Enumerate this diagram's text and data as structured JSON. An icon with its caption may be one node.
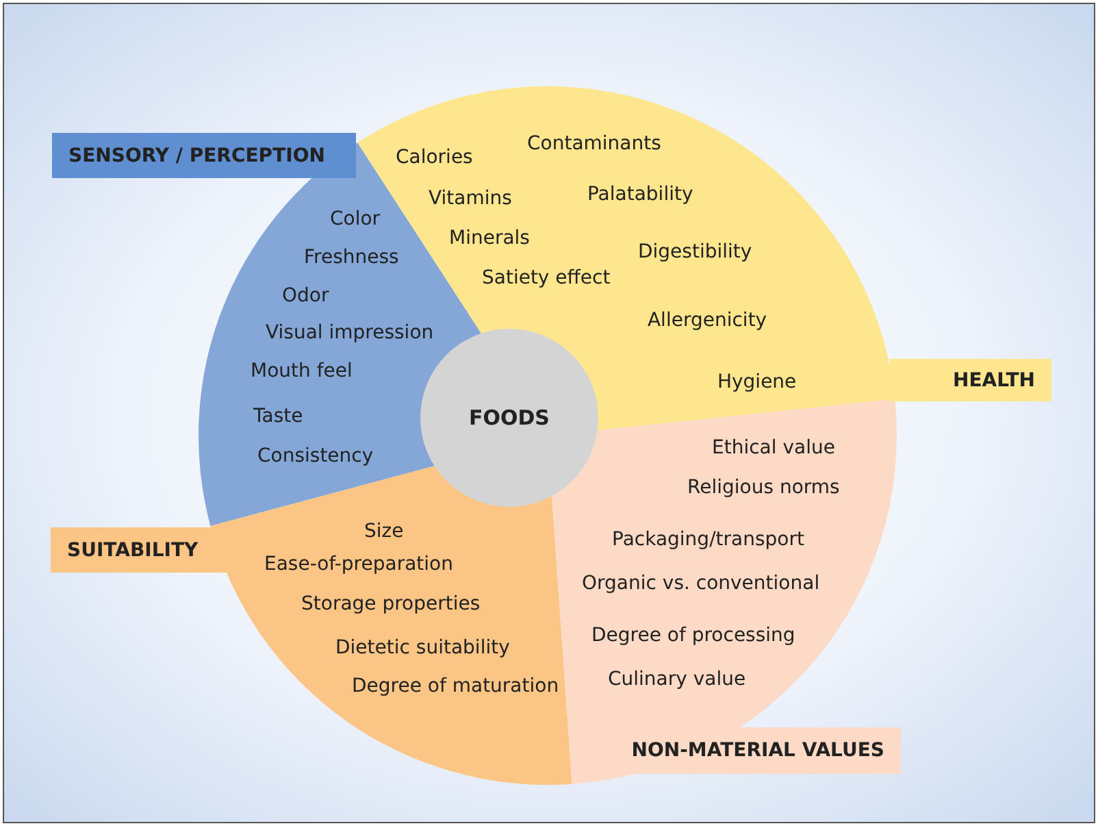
{
  "diagram": {
    "nodes": [
      {
        "text": [
          "SENSORY / PERCEPTION",
          "Color",
          "Freshness",
          "Odor",
          "Visual impression",
          "Mouth feel",
          "Taste",
          "Consistency"
        ]
      },
      {
        "text": [
          "Calories",
          "Contaminants",
          "Vitamins",
          "Palatability",
          "Minerals",
          "Digestibility",
          "Satiety effect",
          "Allergenicity",
          "Hygiene",
          "HEALTH"
        ]
      },
      {
        "text": [
          "FOODS"
        ]
      },
      {
        "text": [
          "SUITABILITY",
          "Size",
          "Ease-of-preparation",
          "Storage properties",
          "Dietetic suitability",
          "Degree of maturation"
        ]
      },
      {
        "text": [
          "Ethical value",
          "Religious norms",
          "Packaging/transport",
          "Organic vs. conventional",
          "Degree of processing",
          "Culinary value",
          "NON-MATERIAL VALUES"
        ]
      }
    ],
    "edges": []
  }
}
